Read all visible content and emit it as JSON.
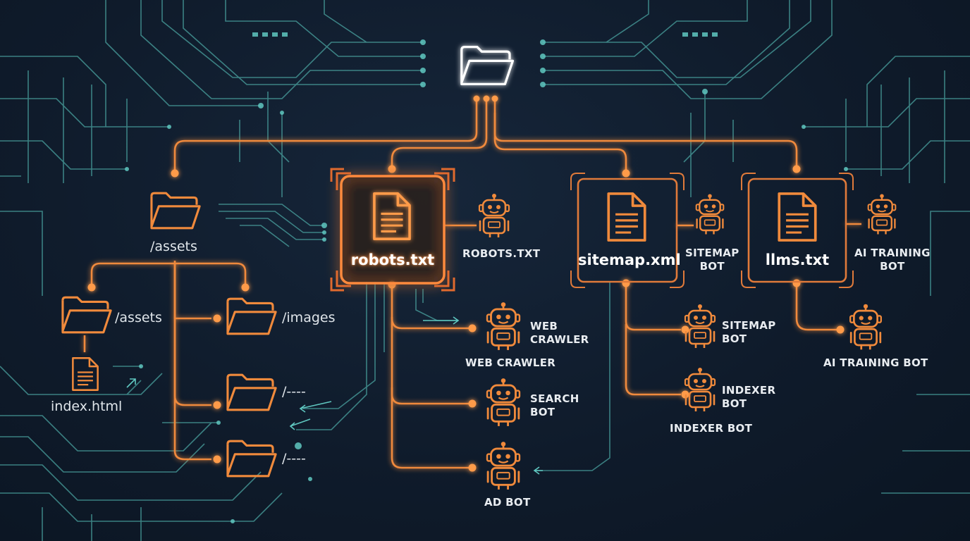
{
  "root": {
    "icon": "folder-icon"
  },
  "files": {
    "robots": {
      "label": "robots.txt",
      "icon": "document-icon",
      "highlighted": true
    },
    "sitemap": {
      "label": "sitemap.xml",
      "icon": "document-icon"
    },
    "llms": {
      "label": "llms.txt",
      "icon": "document-icon"
    }
  },
  "folders": {
    "assets_top": "/assets",
    "assets_sub": "/assets",
    "images": "/images",
    "dash1": "/----",
    "dash2": "/----",
    "index_file": "index.html"
  },
  "bots": {
    "robots_side": "ROBOTS.TXT",
    "web_crawler_a": "WEB\nCRAWLER",
    "web_crawler_b": "WEB CRAWLER",
    "search_bot": "SEARCH\nBOT",
    "ad_bot": "AD BOT",
    "sitemap_side": "SITEMAP\nBOT",
    "sitemap_bot": "SITEMAP\nBOT",
    "indexer_a": "INDEXER\nBOT",
    "indexer_b": "INDEXER BOT",
    "ai_side": "AI TRAINING\nBOT",
    "ai_bot": "AI TRAINING BOT"
  },
  "colors": {
    "background": "#0f1b2b",
    "orange": "#f08a3c",
    "orange_glow": "#ff9b4a",
    "teal": "#5fb8b3",
    "white": "#ffffff"
  }
}
